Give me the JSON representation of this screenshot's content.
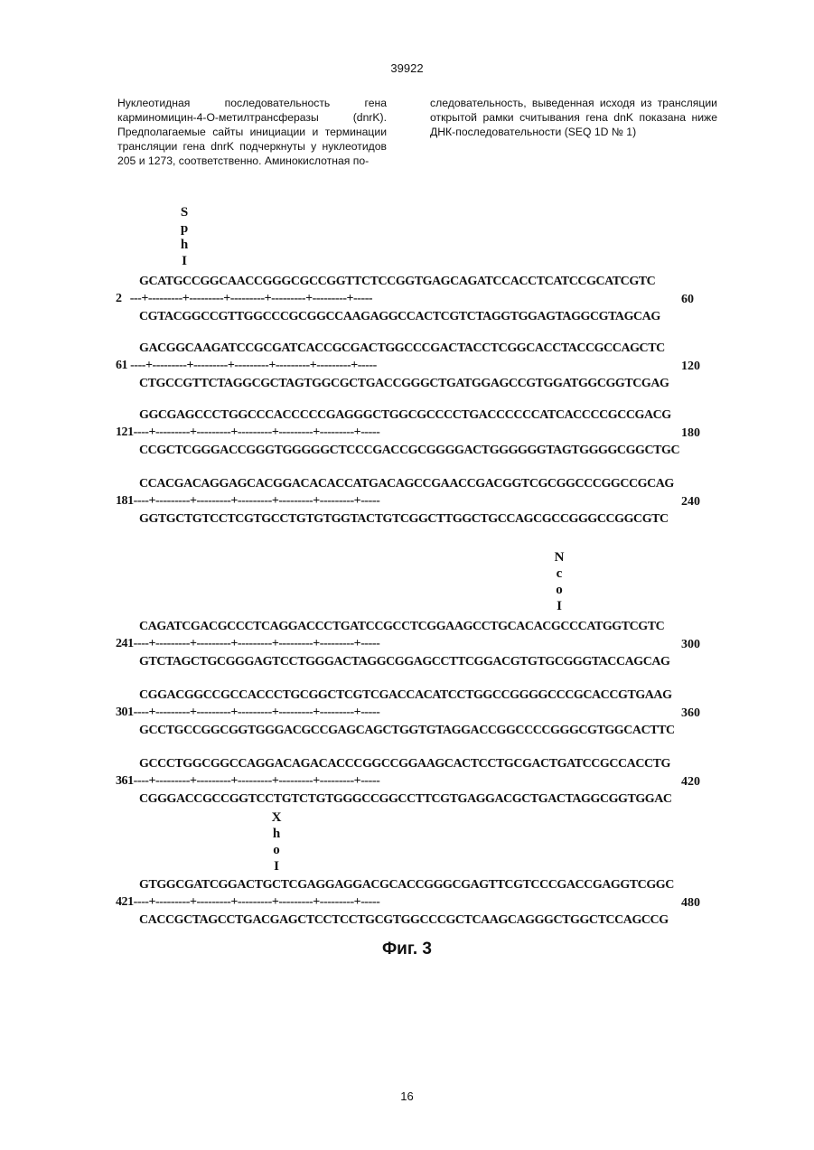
{
  "header": {
    "page_id": "39922"
  },
  "text": {
    "left": "Нуклеотидная последовательность гена карминомицин-4-О-метилтрансферазы (dnrK). Предполагаемые сайты инициации и терминации трансляции гена dnrK подчеркнуты у нуклеотидов 205 и 1273, соответственно. Аминокислотная по-",
    "right": "следовательность, выведенная исходя из трансляции открытой рамки считывания гена dnK показана ниже ДНК-последовательности (SEQ 1D № 1)"
  },
  "figure": {
    "sites": [
      {
        "name": "SphI",
        "letters": [
          "S",
          "p",
          "h",
          "I"
        ]
      },
      {
        "name": "NcoI",
        "letters": [
          "N",
          "c",
          "o",
          "I"
        ]
      },
      {
        "name": "XhoI",
        "letters": [
          "X",
          "h",
          "o",
          "I"
        ]
      }
    ],
    "blocks": [
      {
        "top": "GCATGCCGGCAACCGGGCGCCGGTTCTCCGGTGAGCAGATCCACCTCATCCGCATCGTC",
        "start": "2",
        "ruler": "   ---+---------+---------+---------+---------+---------+-----",
        "bottom": "CGTACGGCCGTTGGCCCGCGGCCAAGAGGCCACTCGTCTAGGTGGAGTAGGCGTAGCAG",
        "end": "60"
      },
      {
        "top": "GACGGCAAGATCCGCGATCACCGCGACTGGCCCGACTACCTCGGCACCTACCGCCAGCTC",
        "start": "61",
        "ruler": " ----+---------+---------+---------+---------+---------+-----",
        "bottom": "CTGCCGTTCTAGGCGCTAGTGGCGCTGACCGGGCTGATGGAGCCGTGGATGGCGGTCGAG",
        "end": "120"
      },
      {
        "top": "GGCGAGCCCTGGCCCACCCCCGAGGGCTGGCGCCCCTGACCCCCCATCACCCCGCCGACG",
        "start": "121",
        "ruler": "----+---------+---------+---------+---------+---------+-----",
        "bottom": "CCGCTCGGGACCGGGTGGGGGCTCCCGACCGCGGGGACTGGGGGGTAGTGGGGCGGCTGC",
        "end": "180"
      },
      {
        "top": "CCACGACAGGAGCACGGACACACCATGACAGCCGAACCGACGGTCGCGGCCCGGCCGCAG",
        "start": "181",
        "ruler": "----+---------+---------+---------+---------+---------+-----",
        "bottom": "GGTGCTGTCCTCGTGCCTGTGTGGTACTGTCGGCTTGGCTGCCAGCGCCGGGCCGGCGTC",
        "end": "240"
      },
      {
        "top": "CAGATCGACGCCCTCAGGACCCTGATCCGCCTCGGAAGCCTGCACACGCCCATGGTCGTC",
        "start": "241",
        "ruler": "----+---------+---------+---------+---------+---------+-----",
        "bottom": "GTCTAGCTGCGGGAGTCCTGGGACTAGGCGGAGCCTTCGGACGTGTGCGGGTACCAGCAG",
        "end": "300"
      },
      {
        "top": "CGGACGGCCGCCACCCTGCGGCTCGTCGACCACATCCTGGCCGGGGCCCGCACCGTGAAG",
        "start": "301",
        "ruler": "----+---------+---------+---------+---------+---------+-----",
        "bottom": "GCCTGCCGGCGGTGGGACGCCGAGCAGCTGGTGTAGGACCGGCCCCGGGCGTGGCACTTC",
        "end": "360"
      },
      {
        "top": "GCCCTGGCGGCCAGGACAGACACCCGGCCGGAAGCACTCCTGCGACTGATCCGCCACCTG",
        "start": "361",
        "ruler": "----+---------+---------+---------+---------+---------+-----",
        "bottom": "CGGGACCGCCGGTCCTGTCTGTGGGCCGGCCTTCGTGAGGACGCTGACTAGGCGGTGGAC",
        "end": "420"
      },
      {
        "top": "GTGGCGATCGGACTGCTCGAGGAGGACGCACCGGGCGAGTTCGTCCCGACCGAGGTCGGC",
        "start": "421",
        "ruler": "----+---------+---------+---------+---------+---------+-----",
        "bottom": "CACCGCTAGCCTGACGAGCTCCTCCTGCGTGGCCCGCTCAAGCAGGGCTGGCTCCAGCCG",
        "end": "480"
      }
    ],
    "caption": "Фиг. 3"
  },
  "footer": {
    "page_number": "16"
  }
}
